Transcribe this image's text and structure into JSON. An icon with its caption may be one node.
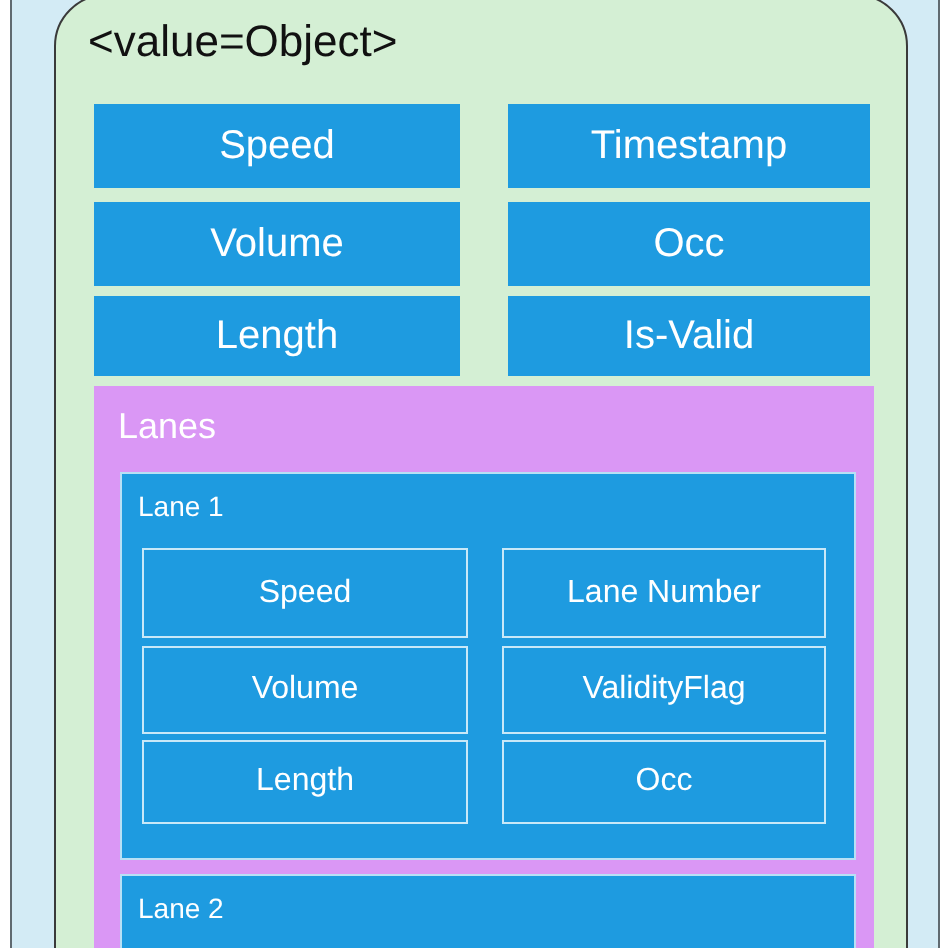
{
  "diagram": {
    "nodes": [
      {
        "text": [],
        "shape": "box"
      },
      {
        "text": [
          "<value=Object>"
        ],
        "in": 0
      },
      {
        "text": [
          "Speed"
        ],
        "in": 1
      },
      {
        "text": [
          "Timestamp"
        ],
        "in": 1
      },
      {
        "text": [
          "Volume"
        ],
        "in": 1
      },
      {
        "text": [
          "Occ"
        ],
        "in": 1
      },
      {
        "text": [
          "Length"
        ],
        "in": 1
      },
      {
        "text": [
          "Is-Valid"
        ],
        "in": 1
      },
      {
        "text": [
          "Lanes"
        ],
        "in": 1
      },
      {
        "text": [
          "Lane 1"
        ],
        "in": 8
      },
      {
        "text": [
          "Speed"
        ],
        "in": 9
      },
      {
        "text": [
          "Lane Number"
        ],
        "in": 9
      },
      {
        "text": [
          "Volume"
        ],
        "in": 9
      },
      {
        "text": [
          "ValidityFlag"
        ],
        "in": 9
      },
      {
        "text": [
          "Length"
        ],
        "in": 9
      },
      {
        "text": [
          "Occ"
        ],
        "in": 9
      },
      {
        "text": [
          "Lane 2"
        ],
        "in": 8
      }
    ]
  }
}
